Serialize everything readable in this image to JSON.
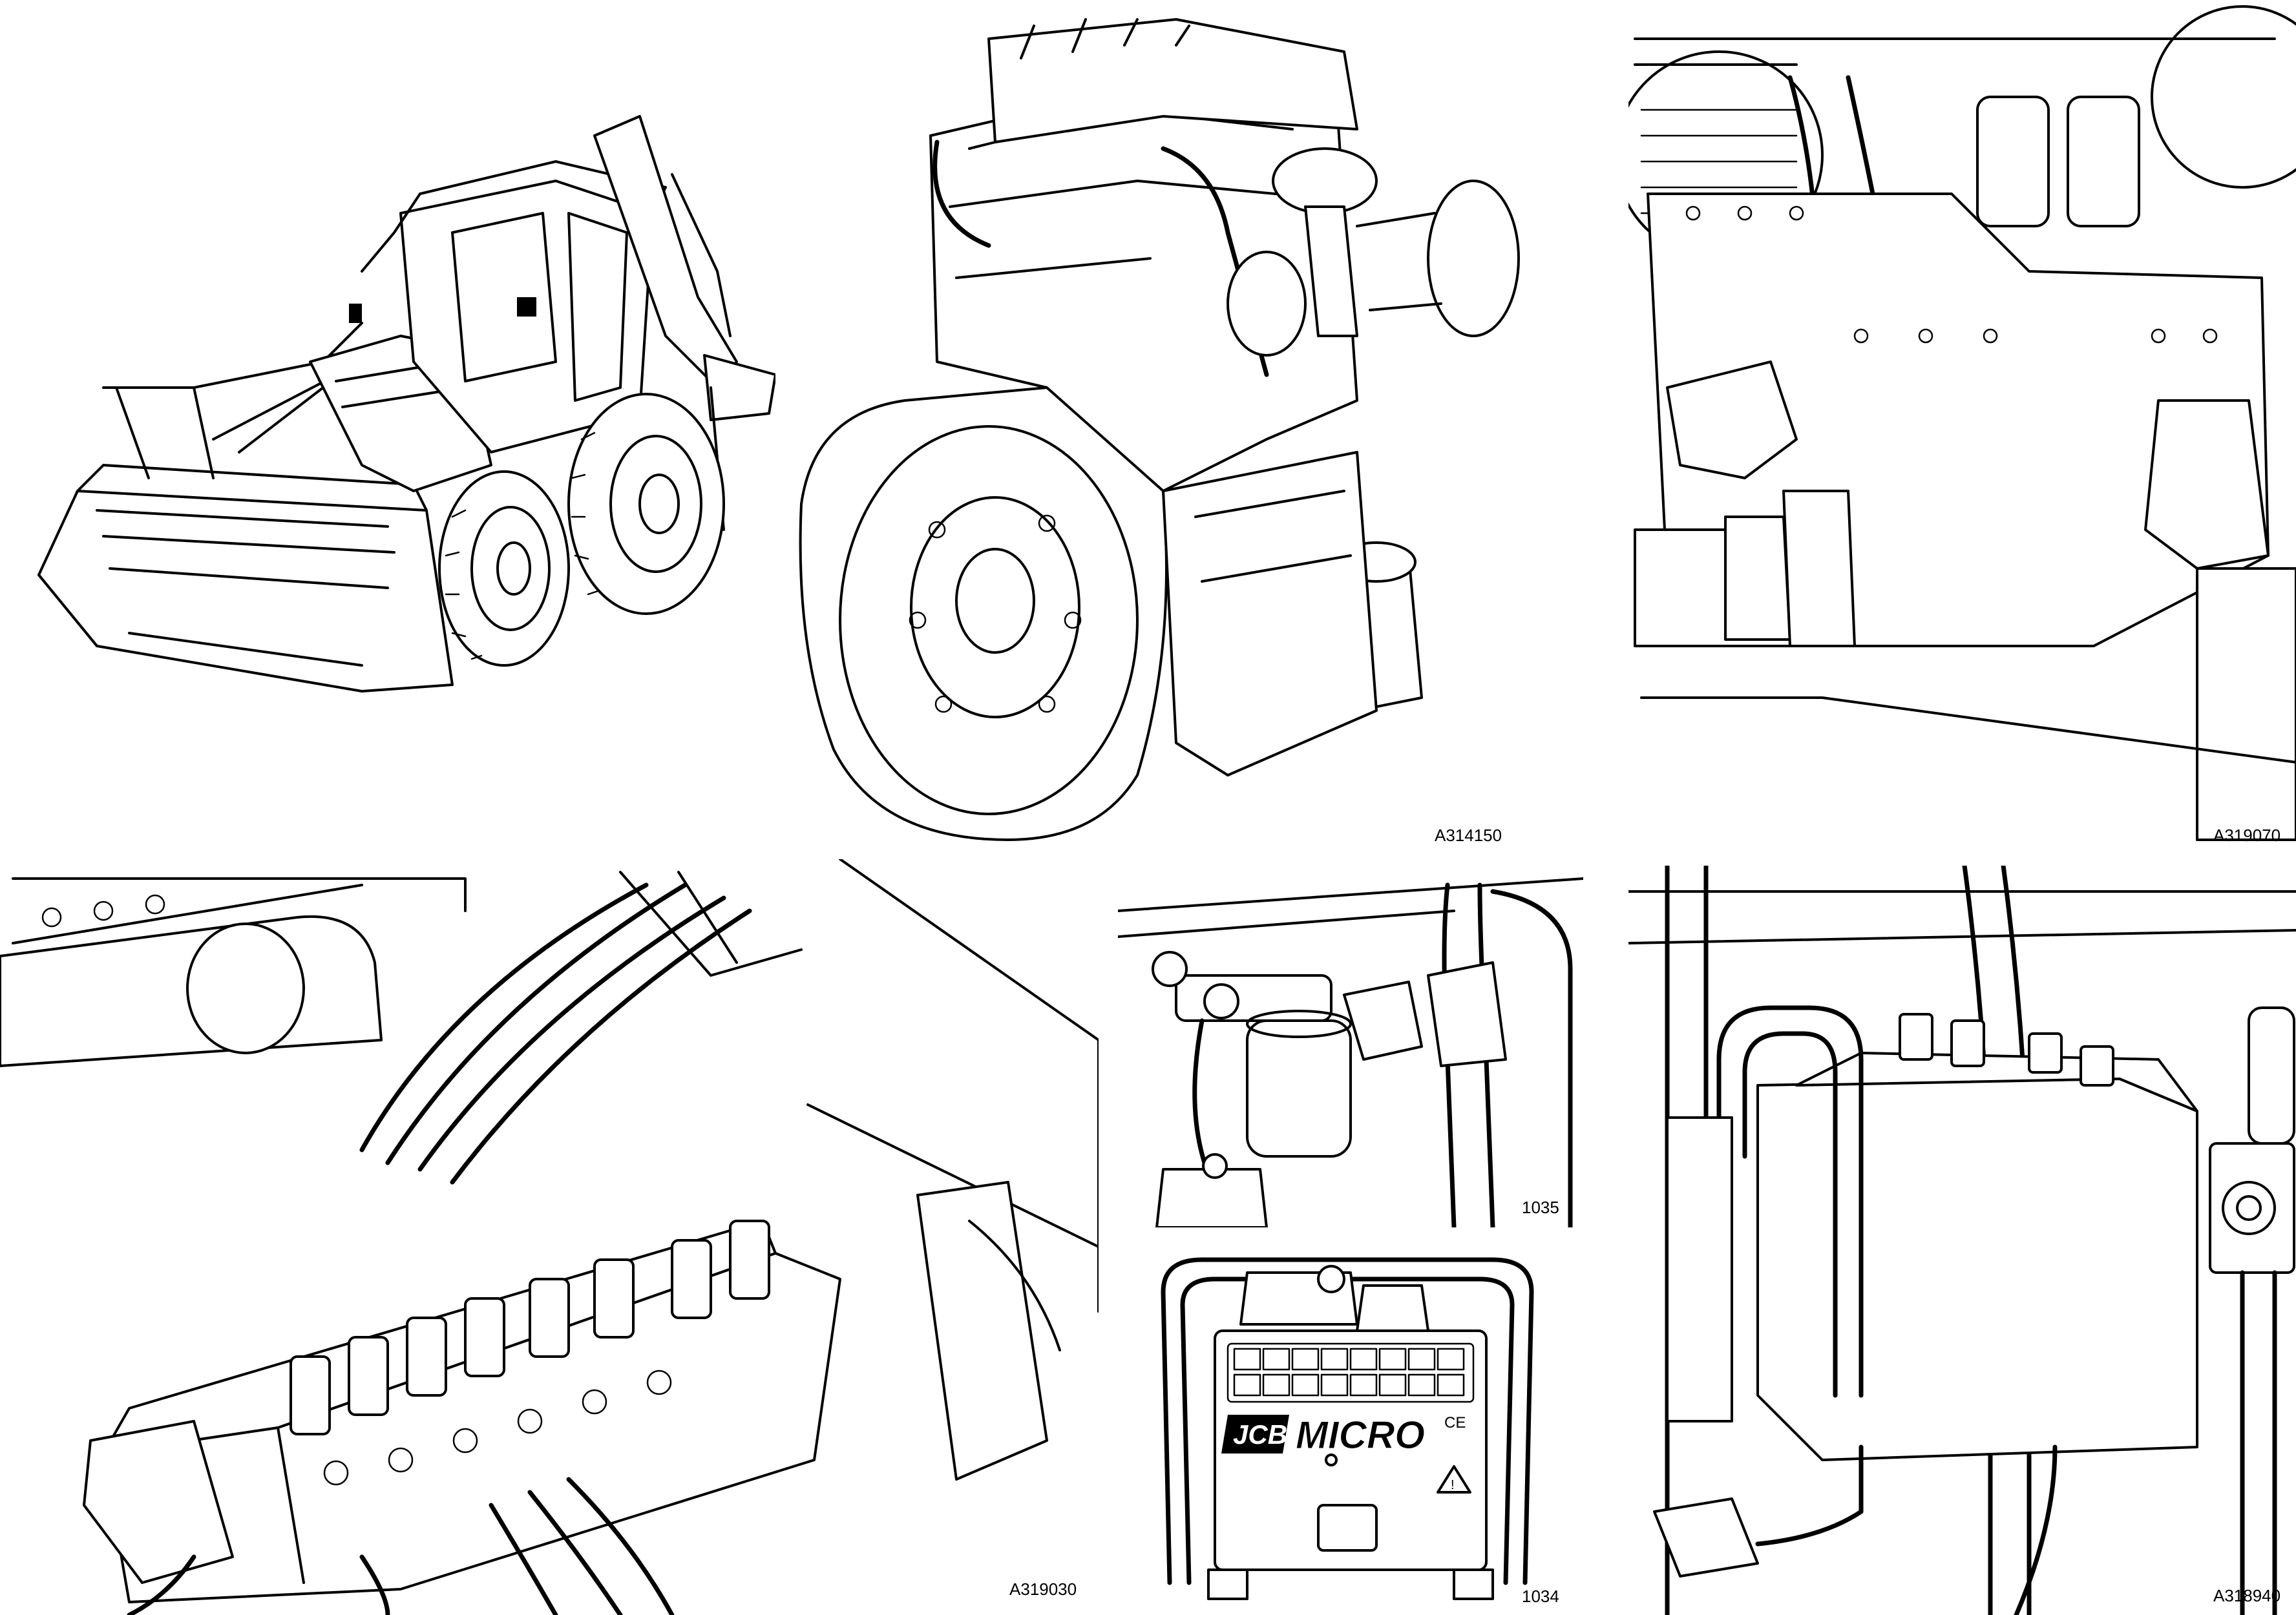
{
  "figures": [
    {
      "id": "backhoe-loader",
      "ref": ""
    },
    {
      "id": "engine",
      "ref": "A314150"
    },
    {
      "id": "engine-bay",
      "ref": "A319070"
    },
    {
      "id": "hydraulic-valve-block",
      "ref": "A319030"
    },
    {
      "id": "micro-filter",
      "ref": "1035"
    },
    {
      "id": "micro-unit",
      "ref": "1034"
    },
    {
      "id": "pump-valve",
      "ref": "A318940"
    }
  ],
  "micro_unit": {
    "brand": "JCB",
    "model": "MICRO",
    "mark": "CE"
  }
}
